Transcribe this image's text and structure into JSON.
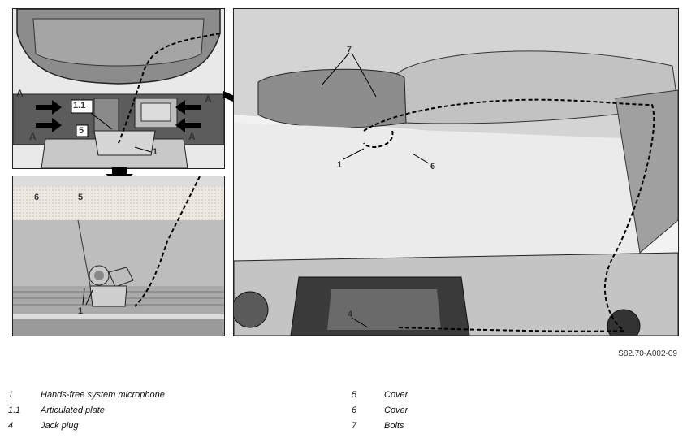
{
  "figure_ref": "S82.70-A002-09",
  "callouts": {
    "p1": {
      "a_tl": "A",
      "a_bl": "A",
      "a_tr": "A",
      "a_br": "A",
      "c11": "1.1",
      "c5": "5",
      "c1": "1"
    },
    "p2": {
      "c6": "6",
      "c5": "5",
      "c1": "1"
    },
    "p3": {
      "c7": "7",
      "c1": "1",
      "c6": "6",
      "c4": "4"
    }
  },
  "legend": [
    {
      "num": "1",
      "text": "Hands-free system microphone"
    },
    {
      "num": "1.1",
      "text": "Articulated plate"
    },
    {
      "num": "4",
      "text": "Jack plug"
    },
    {
      "num": "5",
      "text": "Cover"
    },
    {
      "num": "6",
      "text": "Cover"
    },
    {
      "num": "7",
      "text": "Bolts"
    }
  ]
}
